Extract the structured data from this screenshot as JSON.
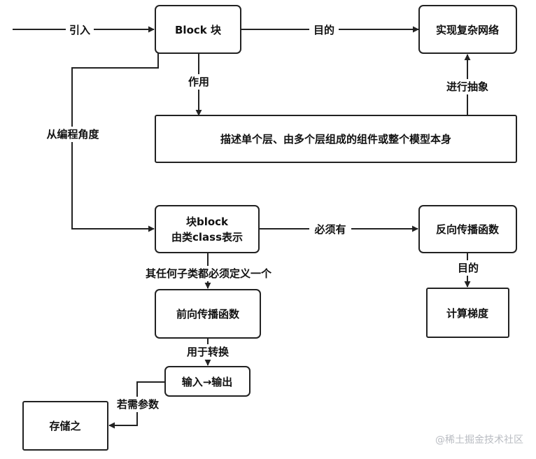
{
  "nodes": {
    "block": "Block 块",
    "complex_network": "实现复杂网络",
    "description": "描述单个层、由多个层组成的组件或整个模型本身",
    "class_block_line1": "块block",
    "class_block_line2": "由类class表示",
    "backward": "反向传播函数",
    "gradient": "计算梯度",
    "forward": "前向传播函数",
    "io": "输入→输出",
    "store": "存储之"
  },
  "edges": {
    "intro": "引入",
    "purpose_top": "目的",
    "usage": "作用",
    "abstraction": "进行抽象",
    "programming_view": "从编程角度",
    "must_have": "必须有",
    "purpose_right": "目的",
    "subclass_define": "其任何子类都必须定义一个",
    "for_conversion": "用于转换",
    "if_params": "若需参数"
  },
  "watermark": "@稀土掘金技术社区"
}
